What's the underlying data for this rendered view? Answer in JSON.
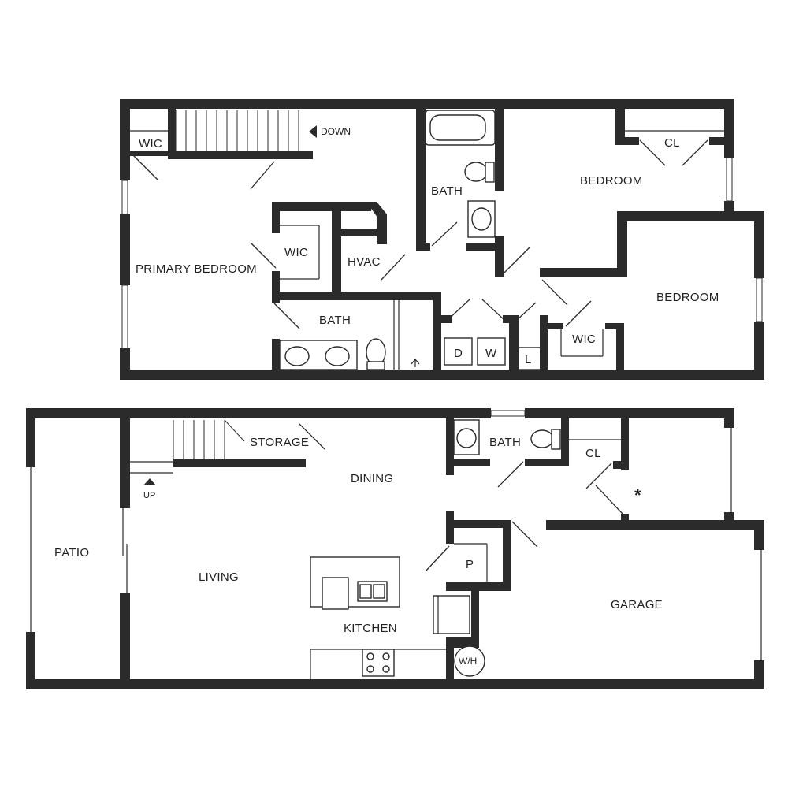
{
  "upper_floor": {
    "rooms": {
      "wic_1": "WIC",
      "primary_bedroom": "PRIMARY BEDROOM",
      "wic_2": "WIC",
      "hvac": "HVAC",
      "bath_primary": "BATH",
      "bath_hall": "BATH",
      "bedroom_1": "BEDROOM",
      "bedroom_2": "BEDROOM",
      "closet": "CL",
      "wic_3": "WIC",
      "dryer": "D",
      "washer": "W",
      "linen": "L"
    },
    "stair_label": "DOWN"
  },
  "lower_floor": {
    "rooms": {
      "patio": "PATIO",
      "storage": "STORAGE",
      "dining": "DINING",
      "living": "LIVING",
      "kitchen": "KITCHEN",
      "pantry": "P",
      "bath": "BATH",
      "closet": "CL",
      "garage": "GARAGE",
      "water_heater": "W/H",
      "mark": "*"
    },
    "stair_label": "UP"
  },
  "colors": {
    "wall": "#2b2b2b",
    "background": "#ffffff"
  }
}
